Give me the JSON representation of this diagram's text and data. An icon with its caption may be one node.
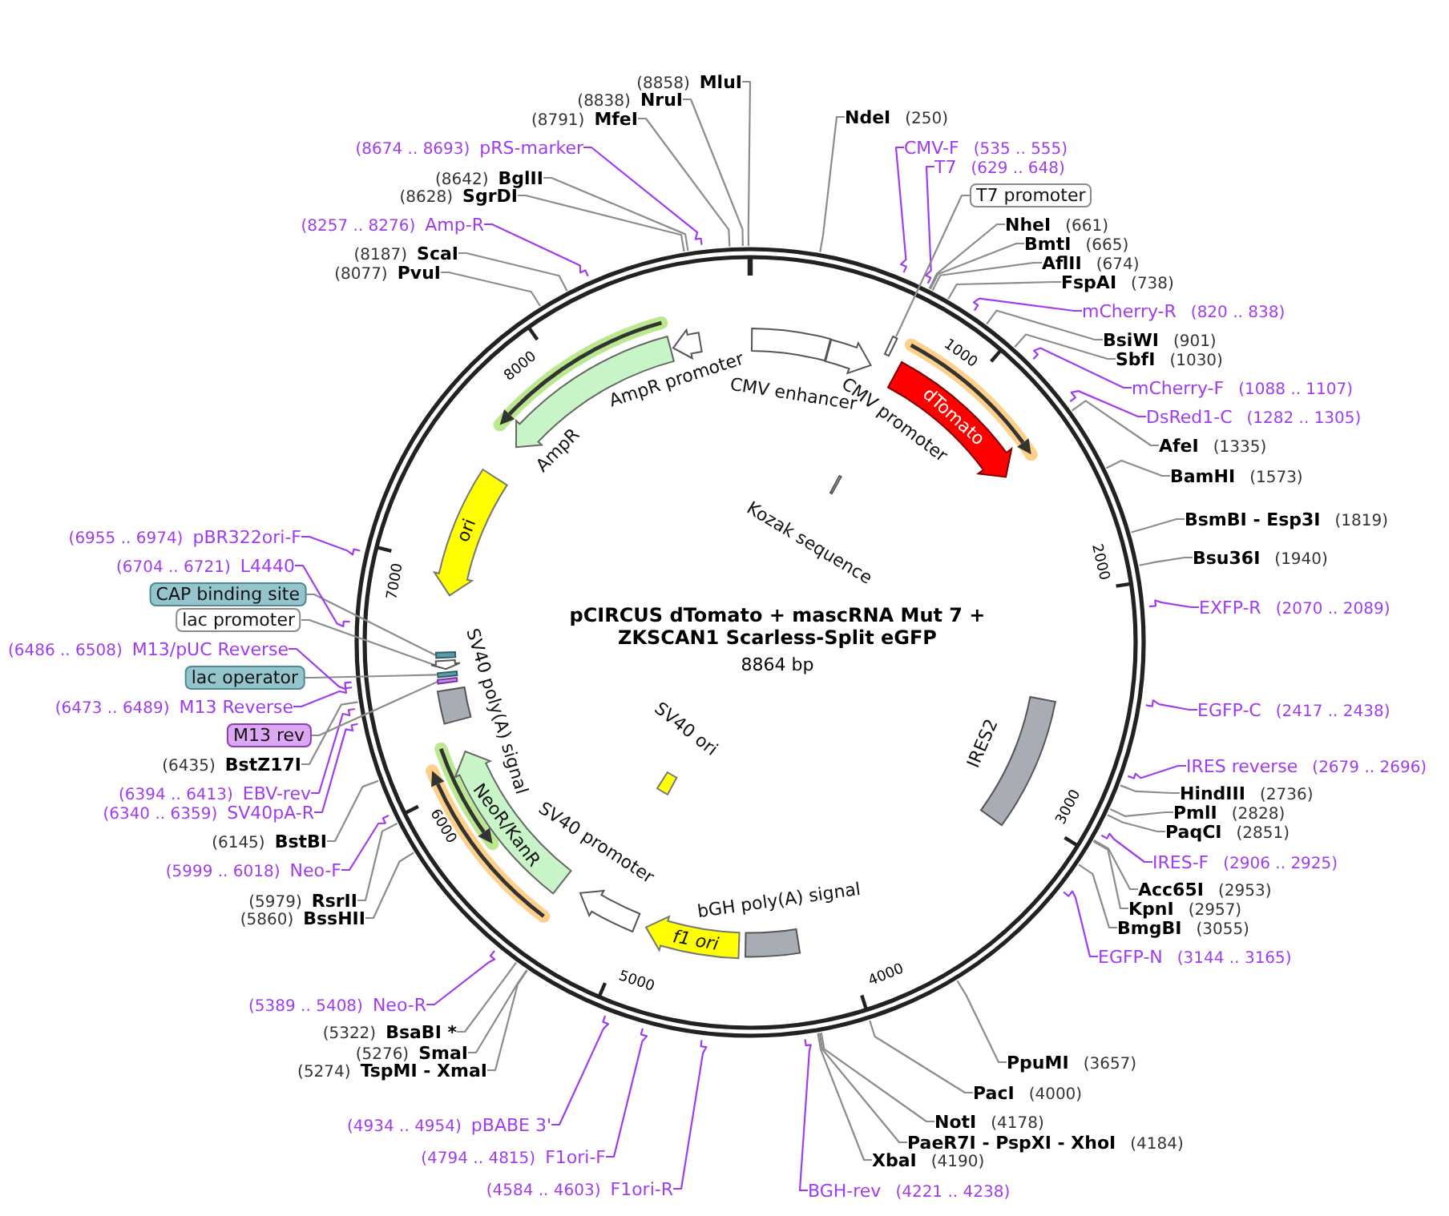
{
  "diagram": {
    "title": "pCIRCUS dTomato + mascRNA Mut 7 + ZKSCAN1 Scarless-Split eGFP",
    "nodes": [
      {
        "text": [
          "NdeI",
          "(250)"
        ]
      },
      {
        "text": [
          "CMV-F",
          "(535 .. 555)"
        ]
      },
      {
        "text": [
          "T7",
          "(629 .. 648)"
        ]
      },
      {
        "text": [
          "T7 promoter"
        ]
      },
      {
        "text": [
          "NheI",
          "(661)"
        ]
      },
      {
        "text": [
          "BmtI",
          "(665)"
        ]
      },
      {
        "text": [
          "AflII",
          "(674)"
        ]
      },
      {
        "text": [
          "FspAI",
          "(738)"
        ]
      },
      {
        "text": [
          "mCherry-R",
          "(820 .. 838)"
        ]
      },
      {
        "text": [
          "BsiWI",
          "(901)"
        ]
      },
      {
        "text": [
          "SbfI",
          "(1030)"
        ]
      },
      {
        "text": [
          "mCherry-F",
          "(1088 .. 1107)"
        ]
      },
      {
        "text": [
          "DsRed1-C",
          "(1282 .. 1305)"
        ]
      },
      {
        "text": [
          "AfeI",
          "(1335)"
        ]
      },
      {
        "text": [
          "BamHI",
          "(1573)"
        ]
      },
      {
        "text": [
          "BsmBI - Esp3I",
          "(1819)"
        ]
      },
      {
        "text": [
          "Bsu36I",
          "(1940)"
        ]
      },
      {
        "text": [
          "EXFP-R",
          "(2070 .. 2089)"
        ]
      },
      {
        "text": [
          "EGFP-C",
          "(2417 .. 2438)"
        ]
      },
      {
        "text": [
          "IRES reverse",
          "(2679 .. 2696)"
        ]
      },
      {
        "text": [
          "HindIII",
          "(2736)"
        ]
      },
      {
        "text": [
          "PmlI",
          "(2828)"
        ]
      },
      {
        "text": [
          "PaqCI",
          "(2851)"
        ]
      },
      {
        "text": [
          "IRES-F",
          "(2906 .. 2925)"
        ]
      },
      {
        "text": [
          "Acc65I",
          "(2953)"
        ]
      },
      {
        "text": [
          "KpnI",
          "(2957)"
        ]
      },
      {
        "text": [
          "BmgBI",
          "(3055)"
        ]
      },
      {
        "text": [
          "EGFP-N",
          "(3144 .. 3165)"
        ]
      },
      {
        "text": [
          "PpuMI",
          "(3657)"
        ]
      },
      {
        "text": [
          "PacI",
          "(4000)"
        ]
      },
      {
        "text": [
          "NotI",
          "(4178)"
        ]
      },
      {
        "text": [
          "PaeR7I - PspXI - XhoI",
          "(4184)"
        ]
      },
      {
        "text": [
          "XbaI",
          "(4190)"
        ]
      },
      {
        "text": [
          "BGH-rev",
          "(4221 .. 4238)"
        ]
      },
      {
        "text": [
          "(4584 .. 4603)",
          "F1ori-R"
        ]
      },
      {
        "text": [
          "(4794 .. 4815)",
          "F1ori-F"
        ]
      },
      {
        "text": [
          "(4934 .. 4954)",
          "pBABE 3'"
        ]
      },
      {
        "text": [
          "(5274)",
          "TspMI - XmaI"
        ]
      },
      {
        "text": [
          "(5276)",
          "SmaI"
        ]
      },
      {
        "text": [
          "(5322)",
          "BsaBI *"
        ]
      },
      {
        "text": [
          "(5389 .. 5408)",
          "Neo-R"
        ]
      },
      {
        "text": [
          "(5860)",
          "BssHII"
        ]
      },
      {
        "text": [
          "(5979)",
          "RsrII"
        ]
      },
      {
        "text": [
          "(5999 .. 6018)",
          "Neo-F"
        ]
      },
      {
        "text": [
          "(6145)",
          "BstBI"
        ]
      },
      {
        "text": [
          "(6340 .. 6359)",
          "SV40pA-R"
        ]
      },
      {
        "text": [
          "(6394 .. 6413)",
          "EBV-rev"
        ]
      },
      {
        "text": [
          "(6435)",
          "BstZ17I"
        ]
      },
      {
        "text": [
          "M13 rev"
        ]
      },
      {
        "text": [
          "(6473 .. 6489)",
          "M13 Reverse"
        ]
      },
      {
        "text": [
          "lac operator"
        ]
      },
      {
        "text": [
          "(6486 .. 6508)",
          "M13/pUC Reverse"
        ]
      },
      {
        "text": [
          "lac promoter"
        ]
      },
      {
        "text": [
          "CAP binding site"
        ]
      },
      {
        "text": [
          "(6704 .. 6721)",
          "L4440"
        ]
      },
      {
        "text": [
          "(6955 .. 6974)",
          "pBR322ori-F"
        ]
      },
      {
        "text": [
          "(8077)",
          "PvuI"
        ]
      },
      {
        "text": [
          "(8187)",
          "ScaI"
        ]
      },
      {
        "text": [
          "(8257 .. 8276)",
          "Amp-R"
        ]
      },
      {
        "text": [
          "(8628)",
          "SgrDI"
        ]
      },
      {
        "text": [
          "(8642)",
          "BglII"
        ]
      },
      {
        "text": [
          "(8674 .. 8693)",
          "pRS-marker"
        ]
      },
      {
        "text": [
          "(8791)",
          "MfeI"
        ]
      },
      {
        "text": [
          "(8838)",
          "NruI"
        ]
      },
      {
        "text": [
          "(8858)",
          "MluI"
        ]
      },
      {
        "text": [
          "CMV enhancer"
        ]
      },
      {
        "text": [
          "CMV promoter"
        ]
      },
      {
        "text": [],
        "shape": "box"
      },
      {
        "text": [
          "dTomato"
        ]
      },
      {
        "text": [
          "Kozak sequence"
        ]
      },
      {
        "text": [
          "IRES2"
        ]
      },
      {
        "text": [
          "bGH poly(A) signal"
        ]
      },
      {
        "text": [
          "f1 ori"
        ]
      },
      {
        "text": [
          "SV40 promoter"
        ]
      },
      {
        "text": [
          "SV40 ori"
        ]
      },
      {
        "text": [
          "NeoR/KanR"
        ]
      },
      {
        "text": [
          "SV40 poly(A) signal"
        ]
      },
      {
        "text": [],
        "shape": "box"
      },
      {
        "text": [],
        "shape": "arrow"
      },
      {
        "text": [],
        "shape": "box"
      },
      {
        "text": [],
        "shape": "box"
      },
      {
        "text": [
          "ori"
        ]
      },
      {
        "text": [
          "AmpR"
        ]
      },
      {
        "text": [
          "AmpR promoter"
        ]
      }
    ],
    "edges": [
      {
        "from": 0,
        "to": null,
        "arrow": "none"
      },
      {
        "from": 1,
        "to": null,
        "arrow": "none",
        "color": "#a03cf0"
      },
      {
        "from": 2,
        "to": null,
        "arrow": "none",
        "color": "#a03cf0"
      },
      {
        "from": 3,
        "to": 67,
        "arrow": "none"
      },
      {
        "from": 4,
        "to": null,
        "arrow": "none"
      },
      {
        "from": 5,
        "to": null,
        "arrow": "none"
      },
      {
        "from": 6,
        "to": null,
        "arrow": "none"
      },
      {
        "from": 7,
        "to": null,
        "arrow": "none"
      },
      {
        "from": 8,
        "to": null,
        "arrow": "none",
        "color": "#a03cf0"
      },
      {
        "from": 9,
        "to": null,
        "arrow": "none"
      },
      {
        "from": 10,
        "to": null,
        "arrow": "none"
      },
      {
        "from": 11,
        "to": null,
        "arrow": "none",
        "color": "#a03cf0"
      },
      {
        "from": 12,
        "to": null,
        "arrow": "none",
        "color": "#a03cf0"
      },
      {
        "from": 13,
        "to": null,
        "arrow": "none"
      },
      {
        "from": 14,
        "to": null,
        "arrow": "none"
      },
      {
        "from": 15,
        "to": null,
        "arrow": "none"
      },
      {
        "from": 16,
        "to": null,
        "arrow": "none"
      },
      {
        "from": 17,
        "to": null,
        "arrow": "none",
        "color": "#a03cf0"
      },
      {
        "from": 18,
        "to": null,
        "arrow": "none",
        "color": "#a03cf0"
      },
      {
        "from": 19,
        "to": null,
        "arrow": "none",
        "color": "#a03cf0"
      },
      {
        "from": 20,
        "to": null,
        "arrow": "none"
      },
      {
        "from": 21,
        "to": null,
        "arrow": "none"
      },
      {
        "from": 22,
        "to": null,
        "arrow": "none"
      },
      {
        "from": 23,
        "to": null,
        "arrow": "none",
        "color": "#a03cf0"
      },
      {
        "from": 24,
        "to": null,
        "arrow": "none"
      },
      {
        "from": 25,
        "to": null,
        "arrow": "none"
      },
      {
        "from": 26,
        "to": null,
        "arrow": "none"
      },
      {
        "from": 27,
        "to": null,
        "arrow": "none",
        "color": "#a03cf0"
      },
      {
        "from": 28,
        "to": null,
        "arrow": "none"
      },
      {
        "from": 29,
        "to": null,
        "arrow": "none"
      },
      {
        "from": 30,
        "to": null,
        "arrow": "none"
      },
      {
        "from": 31,
        "to": null,
        "arrow": "none"
      },
      {
        "from": 32,
        "to": null,
        "arrow": "none"
      },
      {
        "from": 33,
        "to": null,
        "arrow": "none",
        "color": "#a03cf0"
      },
      {
        "from": 34,
        "to": null,
        "arrow": "none",
        "color": "#a03cf0"
      },
      {
        "from": 35,
        "to": null,
        "arrow": "none",
        "color": "#a03cf0"
      },
      {
        "from": 36,
        "to": null,
        "arrow": "none",
        "color": "#a03cf0"
      },
      {
        "from": 37,
        "to": null,
        "arrow": "none"
      },
      {
        "from": 38,
        "to": null,
        "arrow": "none"
      },
      {
        "from": 39,
        "to": null,
        "arrow": "none"
      },
      {
        "from": 40,
        "to": null,
        "arrow": "none",
        "color": "#a03cf0"
      },
      {
        "from": 41,
        "to": null,
        "arrow": "none"
      },
      {
        "from": 42,
        "to": null,
        "arrow": "none"
      },
      {
        "from": 43,
        "to": null,
        "arrow": "none",
        "color": "#a03cf0"
      },
      {
        "from": 44,
        "to": null,
        "arrow": "none"
      },
      {
        "from": 45,
        "to": null,
        "arrow": "none",
        "color": "#a03cf0"
      },
      {
        "from": 46,
        "to": null,
        "arrow": "none",
        "color": "#a03cf0"
      },
      {
        "from": 47,
        "to": null,
        "arrow": "none"
      },
      {
        "from": 48,
        "to": 80,
        "arrow": "none"
      },
      {
        "from": 49,
        "to": null,
        "arrow": "none",
        "color": "#a03cf0"
      },
      {
        "from": 50,
        "to": 79,
        "arrow": "none"
      },
      {
        "from": 51,
        "to": null,
        "arrow": "none",
        "color": "#a03cf0"
      },
      {
        "from": 52,
        "to": 78,
        "arrow": "none"
      },
      {
        "from": 53,
        "to": 77,
        "arrow": "none"
      },
      {
        "from": 54,
        "to": null,
        "arrow": "none",
        "color": "#a03cf0"
      },
      {
        "from": 55,
        "to": null,
        "arrow": "none",
        "color": "#a03cf0"
      },
      {
        "from": 56,
        "to": null,
        "arrow": "none"
      },
      {
        "from": 57,
        "to": null,
        "arrow": "none"
      },
      {
        "from": 58,
        "to": null,
        "arrow": "none",
        "color": "#a03cf0"
      },
      {
        "from": 59,
        "to": null,
        "arrow": "none"
      },
      {
        "from": 60,
        "to": null,
        "arrow": "none"
      },
      {
        "from": 61,
        "to": null,
        "arrow": "none",
        "color": "#a03cf0"
      },
      {
        "from": 62,
        "to": null,
        "arrow": "none"
      },
      {
        "from": 63,
        "to": null,
        "arrow": "none"
      },
      {
        "from": 64,
        "to": null,
        "arrow": "none"
      }
    ],
    "labels": [
      "8864 bp",
      "1000",
      "2000",
      "3000",
      "4000",
      "5000",
      "6000",
      "7000",
      "8000"
    ]
  }
}
